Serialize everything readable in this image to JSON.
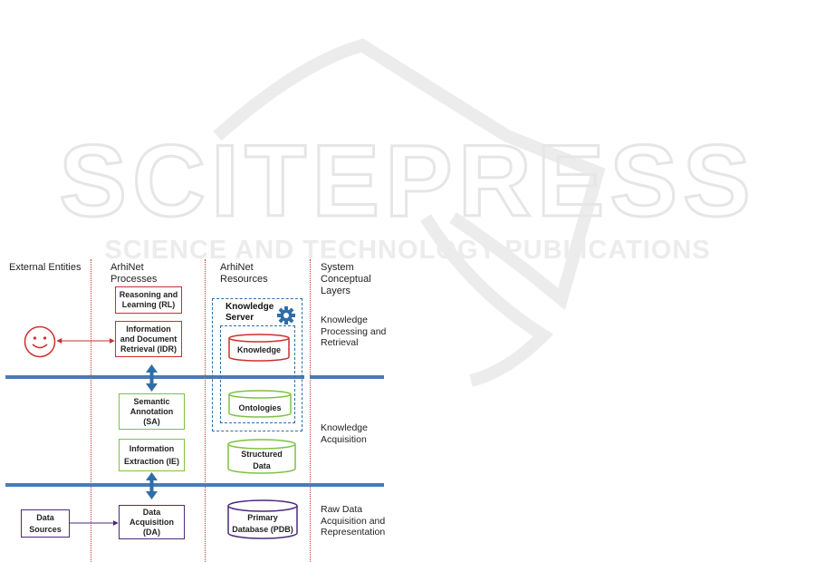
{
  "watermark": {
    "brand": "SCITEPRESS",
    "tagline": "SCIENCE AND TECHNOLOGY PUBLICATIONS"
  },
  "columns": {
    "external": "External Entities",
    "processes_line1": "ArhiNet",
    "processes_line2": "Processes",
    "resources_line1": "ArhiNet",
    "resources_line2": "Resources",
    "layers_line1": "System",
    "layers_line2": "Conceptual",
    "layers_line3": "Layers"
  },
  "processes": {
    "rl_line1": "Reasoning and",
    "rl_line2": "Learning (RL)",
    "idr_line1": "Information",
    "idr_line2": "and Document",
    "idr_line3": "Retrieval (IDR)",
    "sa_line1": "Semantic",
    "sa_line2": "Annotation",
    "sa_line3": "(SA)",
    "ie_line1": "Information",
    "ie_line2": "Extraction (IE)",
    "da_line1": "Data",
    "da_line2": "Acquisition",
    "da_line3": "(DA)"
  },
  "external": {
    "data_sources_line1": "Data",
    "data_sources_line2": "Sources"
  },
  "resources": {
    "ks_line1": "Knowledge",
    "ks_line2": "Server",
    "knowledge": "Knowledge",
    "ontologies": "Ontologies",
    "structured_line1": "Structured",
    "structured_line2": "Data",
    "pdb_line1": "Primary",
    "pdb_line2": "Database (PDB)"
  },
  "layers": {
    "kpr_line1": "Knowledge",
    "kpr_line2": "Processing and",
    "kpr_line3": "Retrieval",
    "ka_line1": "Knowledge",
    "ka_line2": "Acquisition",
    "raw_line1": "Raw Data",
    "raw_line2": "Acquisition and",
    "raw_line3": "Representation"
  },
  "colors": {
    "red": "#c9302c",
    "green": "#7cc242",
    "purple": "#4b2a7b",
    "blue": "#2e6ea6",
    "separator": "#4a7ab5"
  }
}
